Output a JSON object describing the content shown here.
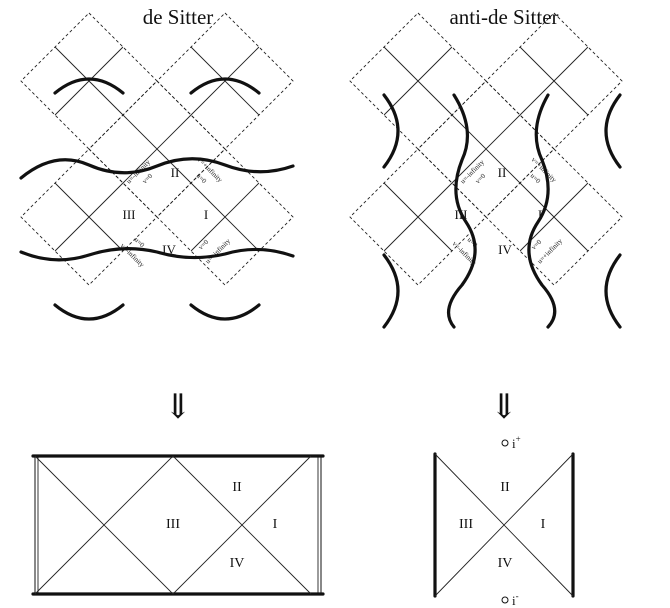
{
  "left_panel": {
    "title": "de Sitter",
    "region_labels": {
      "II": "II",
      "III": "III",
      "I": "I",
      "IV": "IV"
    },
    "horizon_labels": {
      "top_left_outer": "u=-infinity",
      "top_left_inner": "v=0",
      "top_right_outer": "v=+infinity",
      "top_right_inner": "u=0",
      "bottom_left_outer": "v=-infinity",
      "bottom_left_inner": "u=0",
      "bottom_right_outer": "u=+infinity",
      "bottom_right_inner": "v=0"
    },
    "arrow": "⇓",
    "bottom_labels": {
      "II": "II",
      "III": "III",
      "I": "I",
      "IV": "IV"
    }
  },
  "right_panel": {
    "title": "anti-de Sitter",
    "region_labels": {
      "II": "II",
      "III": "III",
      "I": "I",
      "IV": "IV"
    },
    "horizon_labels": {
      "top_left_outer": "u=-infinity",
      "top_left_inner": "v=0",
      "top_right_outer": "v=+infinity",
      "top_right_inner": "u=0",
      "bottom_left_outer": "v=-infinity",
      "bottom_left_inner": "u=0",
      "bottom_right_outer": "u=+infinity",
      "bottom_right_inner": "v=0"
    },
    "arrow": "⇓",
    "bottom_labels": {
      "II": "II",
      "III": "III",
      "I": "I",
      "IV": "IV"
    },
    "infinity_top": "i",
    "infinity_top_sup": "+",
    "infinity_bottom": "i",
    "infinity_bottom_sup": "-"
  }
}
